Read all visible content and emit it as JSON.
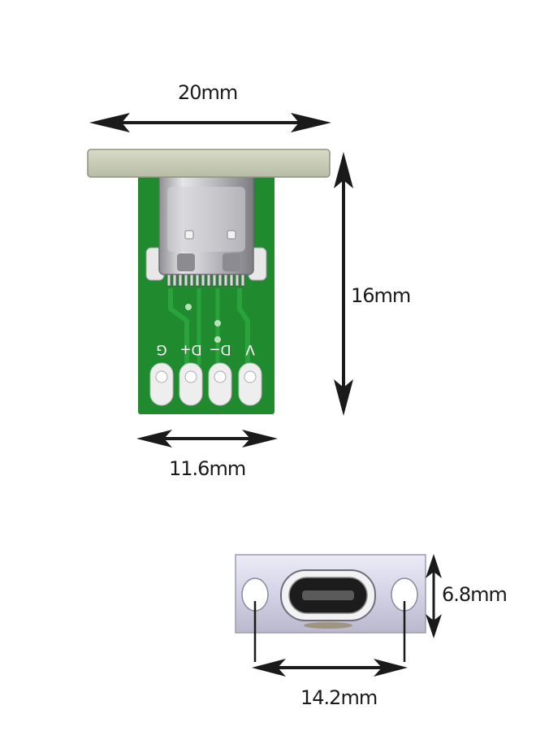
{
  "dimensions": {
    "width_top": "20mm",
    "height_side": "16mm",
    "width_board": "11.6mm",
    "plate_height": "6.8mm",
    "hole_spacing": "14.2mm"
  },
  "pin_labels": [
    "G",
    "D+",
    "D−",
    "V"
  ],
  "colors": {
    "pcb_green": "#1f8a2e",
    "pcb_dark": "#0f6a1f",
    "metal": "#c8c8cc",
    "plate": "#d9d8e8",
    "arrow": "#1a1a1a"
  }
}
